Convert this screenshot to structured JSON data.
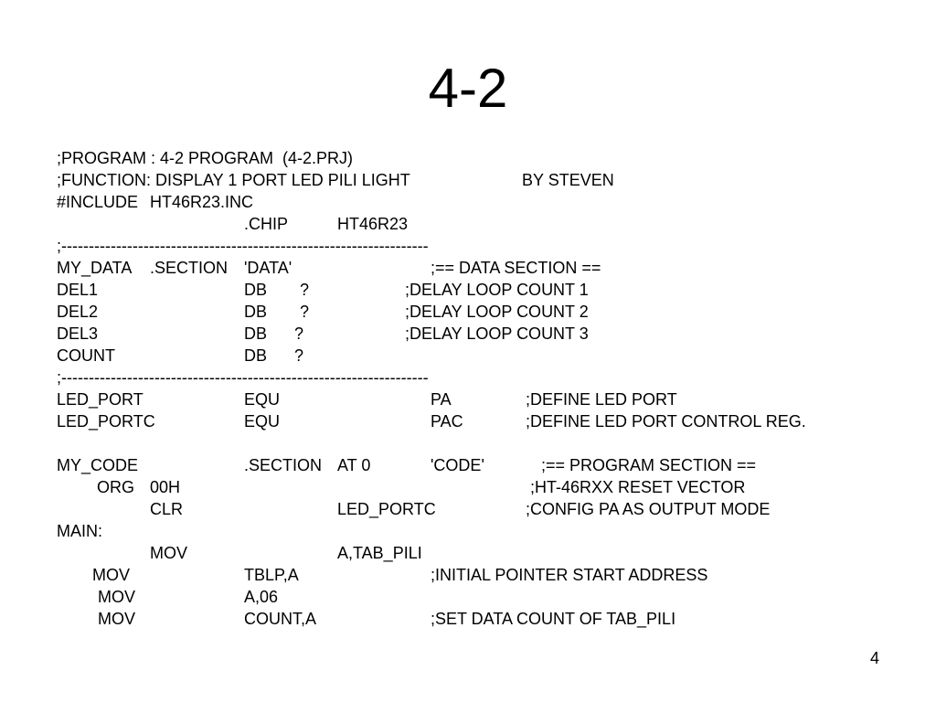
{
  "slide": {
    "title": "4-2",
    "page_number": "4"
  },
  "listing": {
    "lines": [
      [
        ";PROGRAM : 4-2 PROGRAM  (4-2.PRJ)"
      ],
      [
        ";FUNCTION: DISPLAY 1 PORT LED PILI LIGHT",
        "BY STEVEN"
      ],
      [
        "#INCLUDE",
        "HT46R23.INC"
      ],
      [
        ".CHIP",
        "HT46R23"
      ],
      [
        ";-------------------------------------------------------------------"
      ],
      [
        "MY_DATA",
        ".SECTION",
        "'DATA'",
        ";== DATA SECTION =="
      ],
      [
        "DEL1",
        "DB",
        "?",
        ";DELAY LOOP COUNT 1"
      ],
      [
        "DEL2",
        "DB",
        "?",
        ";DELAY LOOP COUNT 2"
      ],
      [
        "DEL3",
        "DB",
        "?",
        ";DELAY LOOP COUNT 3"
      ],
      [
        "COUNT",
        "DB",
        "?"
      ],
      [
        ";-------------------------------------------------------------------"
      ],
      [
        "LED_PORT",
        "EQU",
        "PA",
        ";DEFINE LED PORT"
      ],
      [
        "LED_PORTC",
        "EQU",
        "PAC",
        ";DEFINE LED PORT CONTROL REG."
      ],
      [],
      [
        "MY_CODE",
        ".SECTION",
        "AT 0",
        "'CODE'",
        ";== PROGRAM SECTION =="
      ],
      [
        "ORG",
        "00H",
        ";HT-46RXX RESET VECTOR"
      ],
      [
        "CLR",
        "LED_PORTC",
        ";CONFIG PA AS OUTPUT MODE"
      ],
      [
        "MAIN:"
      ],
      [
        "MOV",
        "A,TAB_PILI"
      ],
      [
        "MOV",
        "TBLP,A",
        ";INITIAL POINTER START ADDRESS"
      ],
      [
        "MOV",
        "A,06"
      ],
      [
        "MOV",
        "COUNT,A",
        ";SET DATA COUNT OF TAB_PILI"
      ]
    ]
  }
}
